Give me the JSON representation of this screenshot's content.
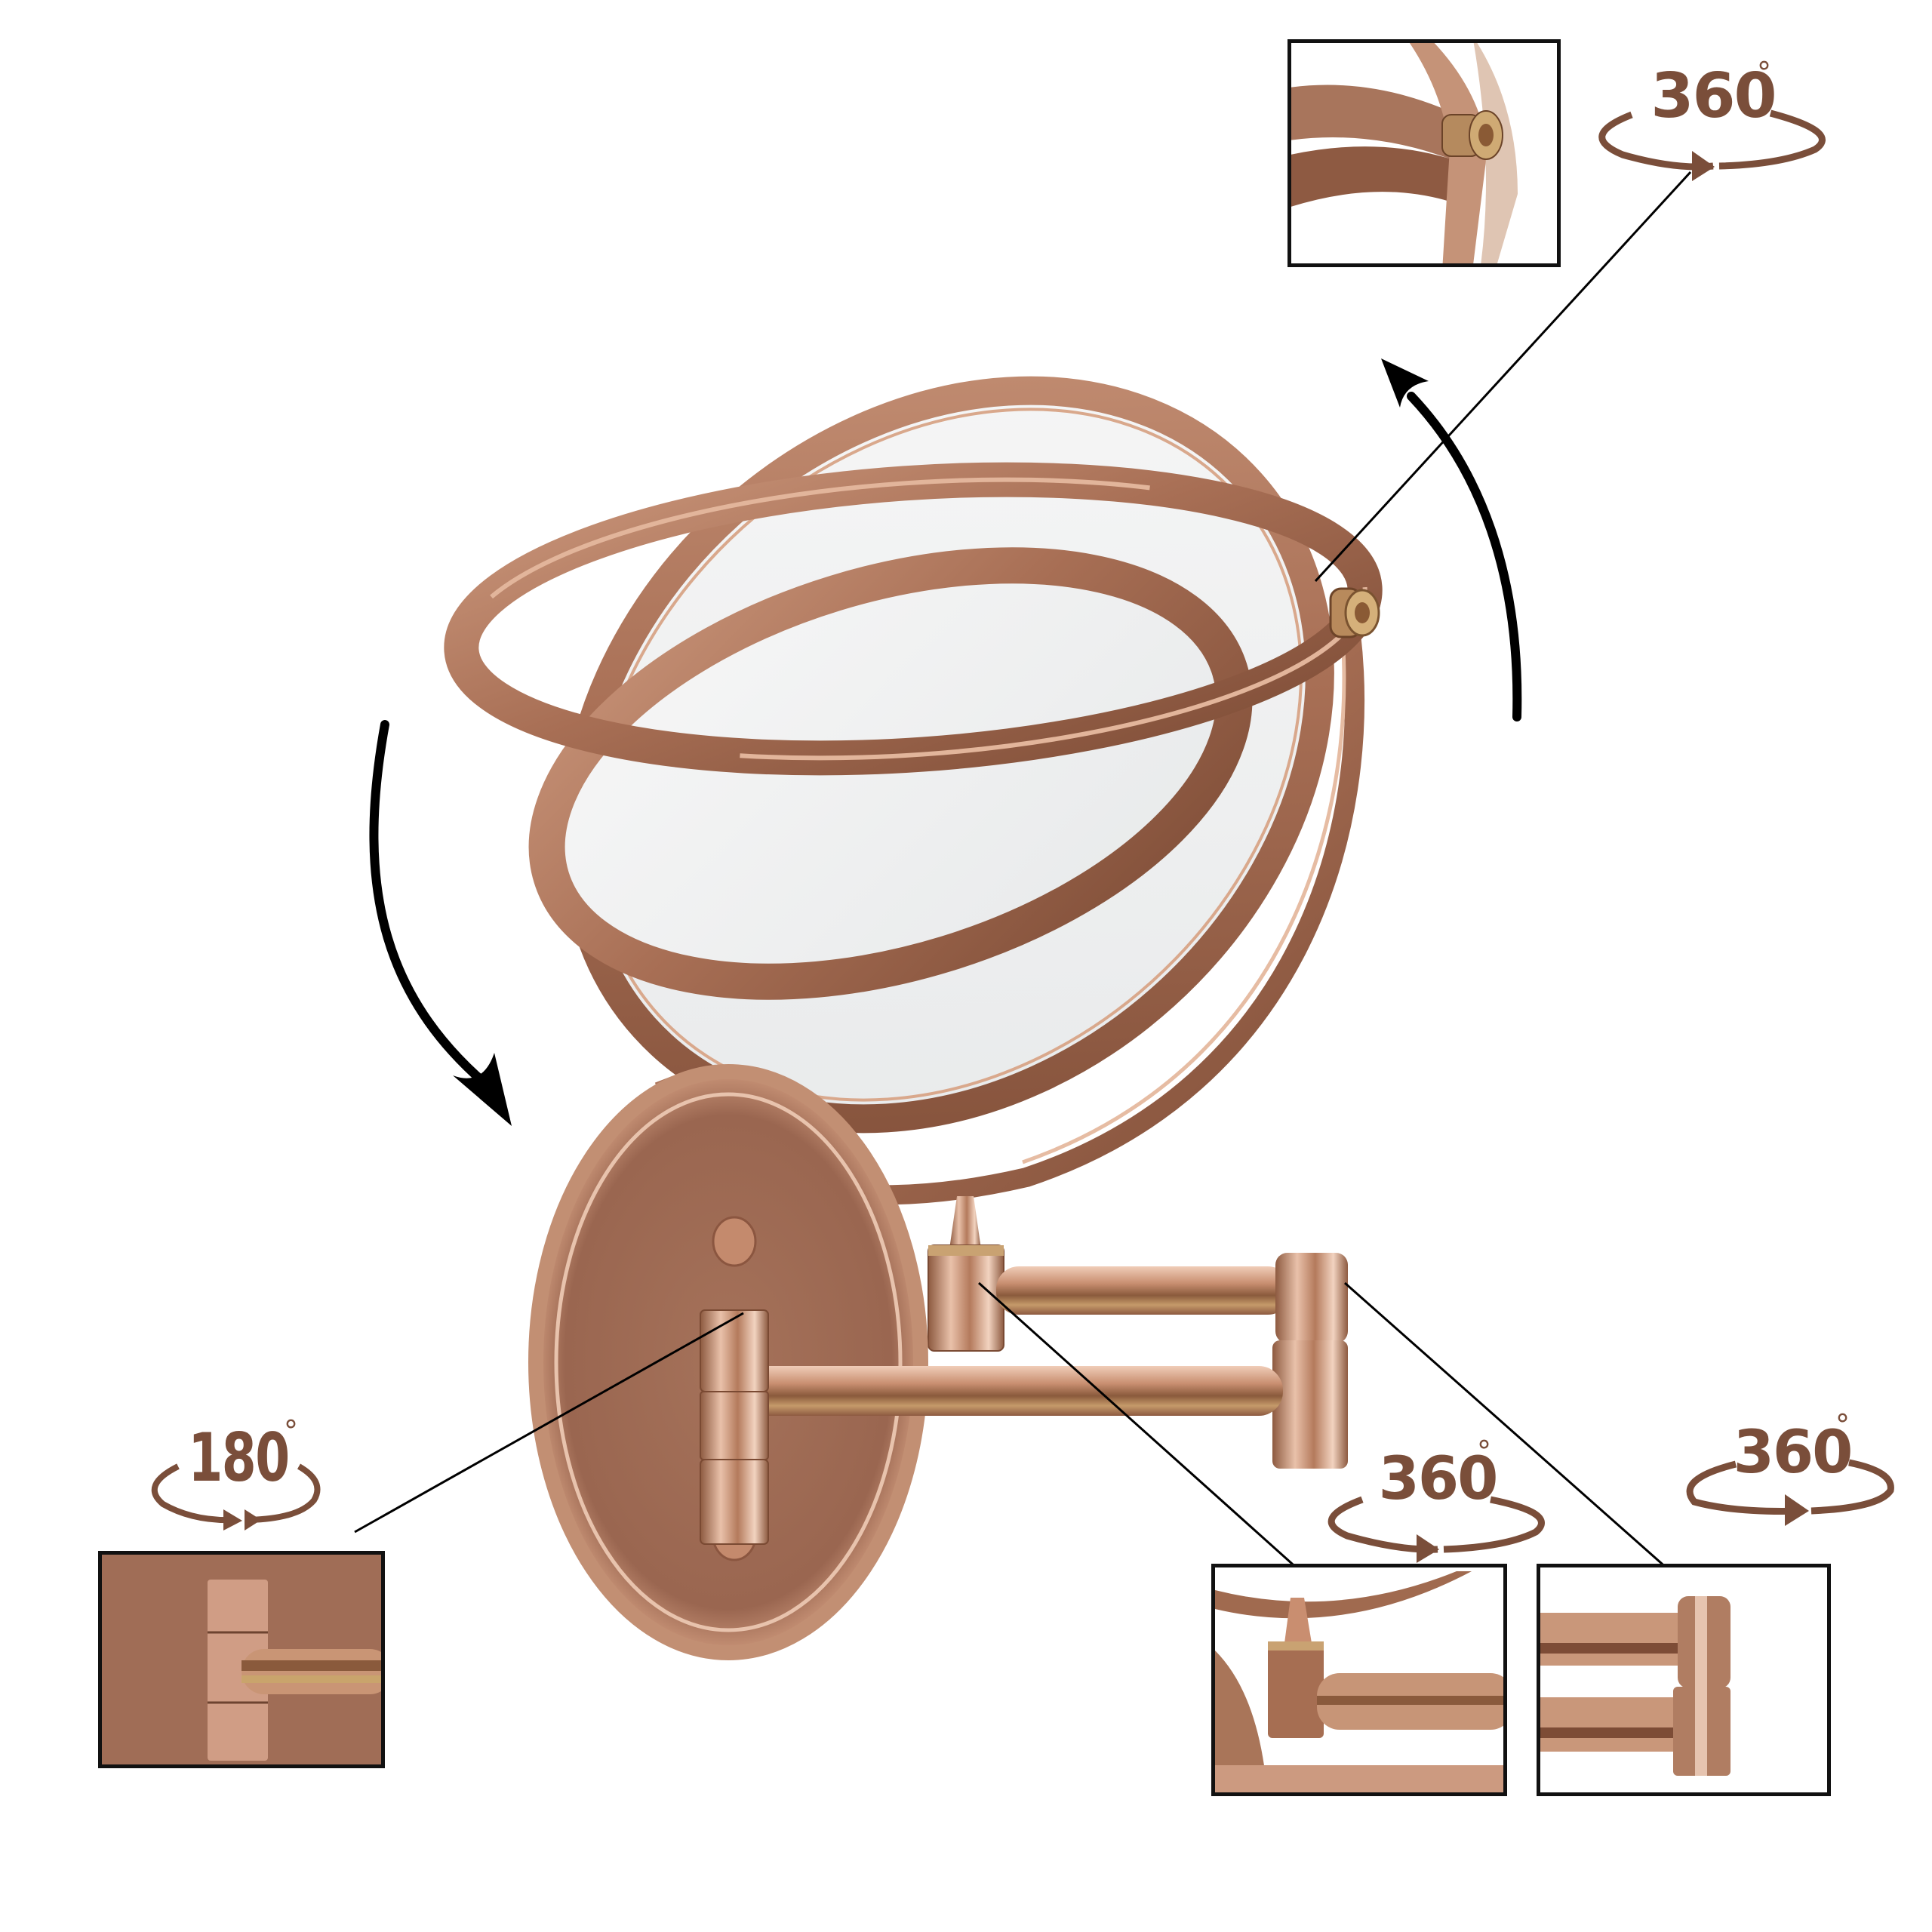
{
  "product": {
    "name": "rose-gold-swivel-wall-mirror",
    "metal_color": "#b07a5e",
    "metal_dark": "#7c4a34",
    "metal_light": "#e7c2ad",
    "glass_color": "#f2f3f4"
  },
  "labels_color": "#7a4e3a",
  "rotation_badges": [
    {
      "id": "mirror-pivot",
      "value": "360",
      "unit": "°",
      "caption_target": "mirror swivel knob"
    },
    {
      "id": "wall-hinge",
      "value": "180",
      "unit": "°",
      "caption_target": "wall mount hinge"
    },
    {
      "id": "stem-joint",
      "value": "360",
      "unit": "°",
      "caption_target": "mirror stem joint"
    },
    {
      "id": "elbow-joint",
      "value": "360",
      "unit": "°",
      "caption_target": "arm elbow joint"
    }
  ],
  "insets": [
    {
      "id": "inset-knob",
      "subject": "swivel knob detail"
    },
    {
      "id": "inset-hinge",
      "subject": "wall plate hinge detail"
    },
    {
      "id": "inset-stem",
      "subject": "stem joint detail"
    },
    {
      "id": "inset-elbow",
      "subject": "elbow joint detail"
    }
  ]
}
